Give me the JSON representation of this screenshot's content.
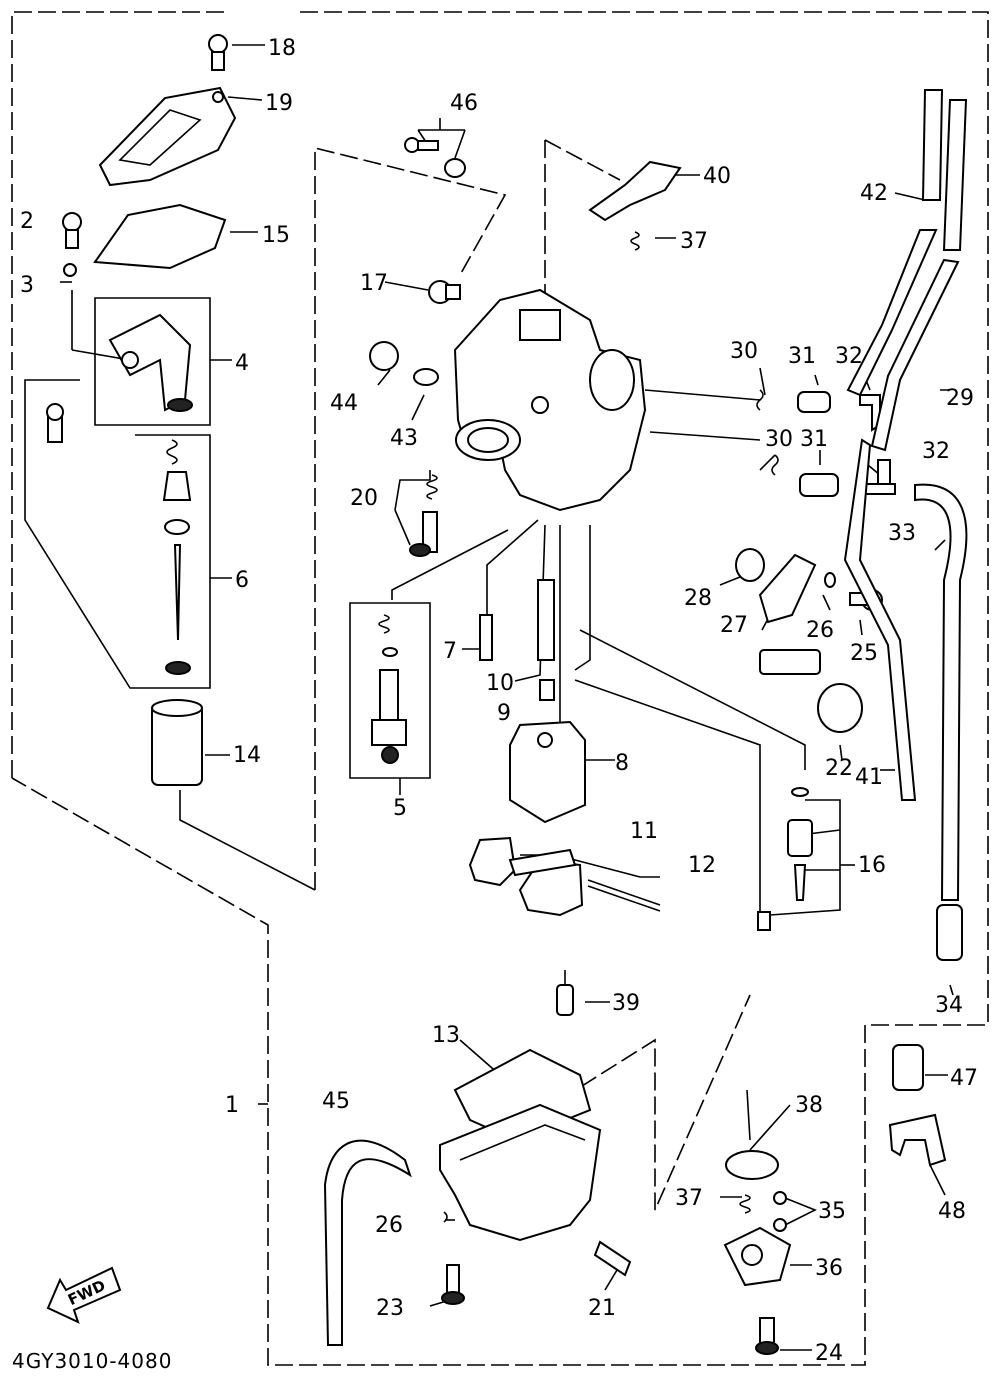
{
  "diagram": {
    "code": "4GY3010-4080",
    "fwd_label": "FWD",
    "callouts": [
      "1",
      "2",
      "3",
      "4",
      "5",
      "6",
      "7",
      "8",
      "9",
      "10",
      "11",
      "12",
      "13",
      "14",
      "15",
      "16",
      "17",
      "18",
      "19",
      "20",
      "21",
      "22",
      "23",
      "24",
      "25",
      "26",
      "26",
      "27",
      "28",
      "29",
      "30",
      "30",
      "31",
      "31",
      "32",
      "32",
      "33",
      "34",
      "35",
      "36",
      "37",
      "37",
      "38",
      "39",
      "40",
      "41",
      "42",
      "43",
      "44",
      "45",
      "46",
      "47",
      "48"
    ]
  }
}
